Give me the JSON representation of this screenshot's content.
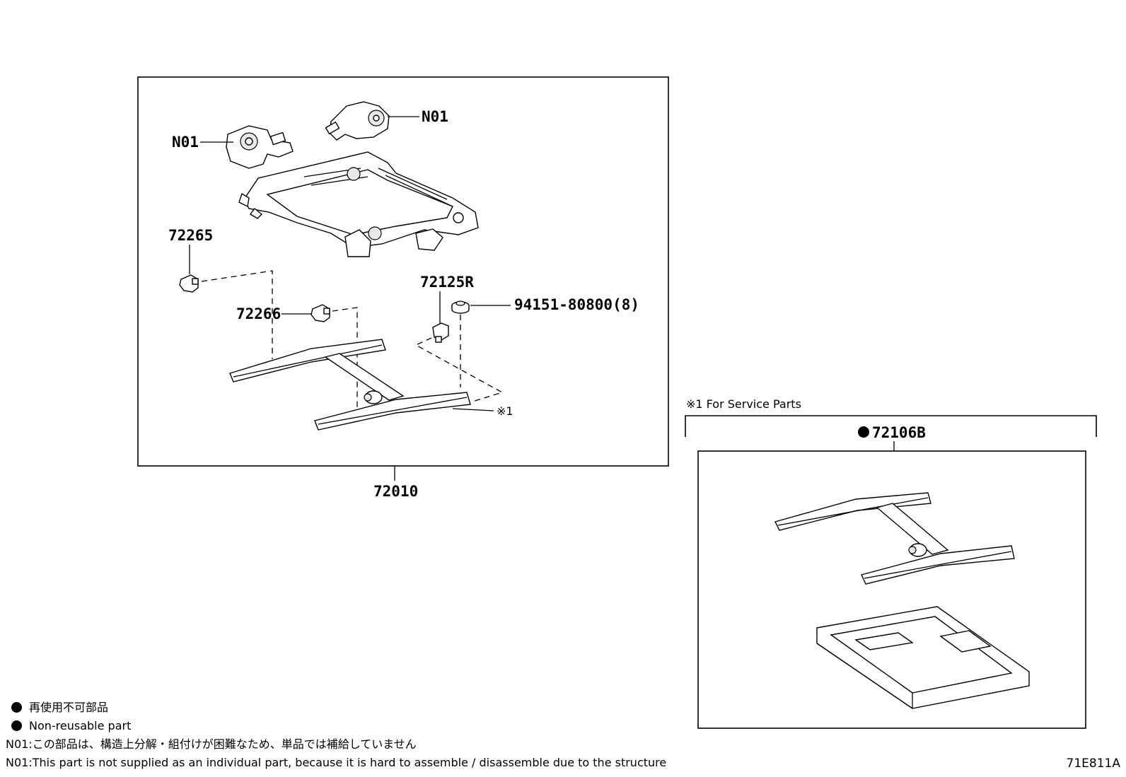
{
  "callouts": {
    "n01_a": "N01",
    "n01_b": "N01",
    "p72265": "72265",
    "p72266": "72266",
    "p72125r": "72125R",
    "p94151": "94151-80800(8)",
    "ref1": "※1",
    "p72010": "72010",
    "p72106b": "72106B"
  },
  "service_box": {
    "heading": "※1 For Service Parts"
  },
  "notes": {
    "nonreusable_jp": "再使用不可部品",
    "nonreusable_en": "Non-reusable part",
    "n01_jp": "N01:この部品は、構造上分解・組付けが困難なため、単品では補給していません",
    "n01_en": "N01:This part is not supplied as an individual part, because it is hard to assemble / disassemble due to the structure"
  },
  "diagram_id": "71E811A",
  "colors": {
    "line": "#000000",
    "background": "#ffffff"
  }
}
